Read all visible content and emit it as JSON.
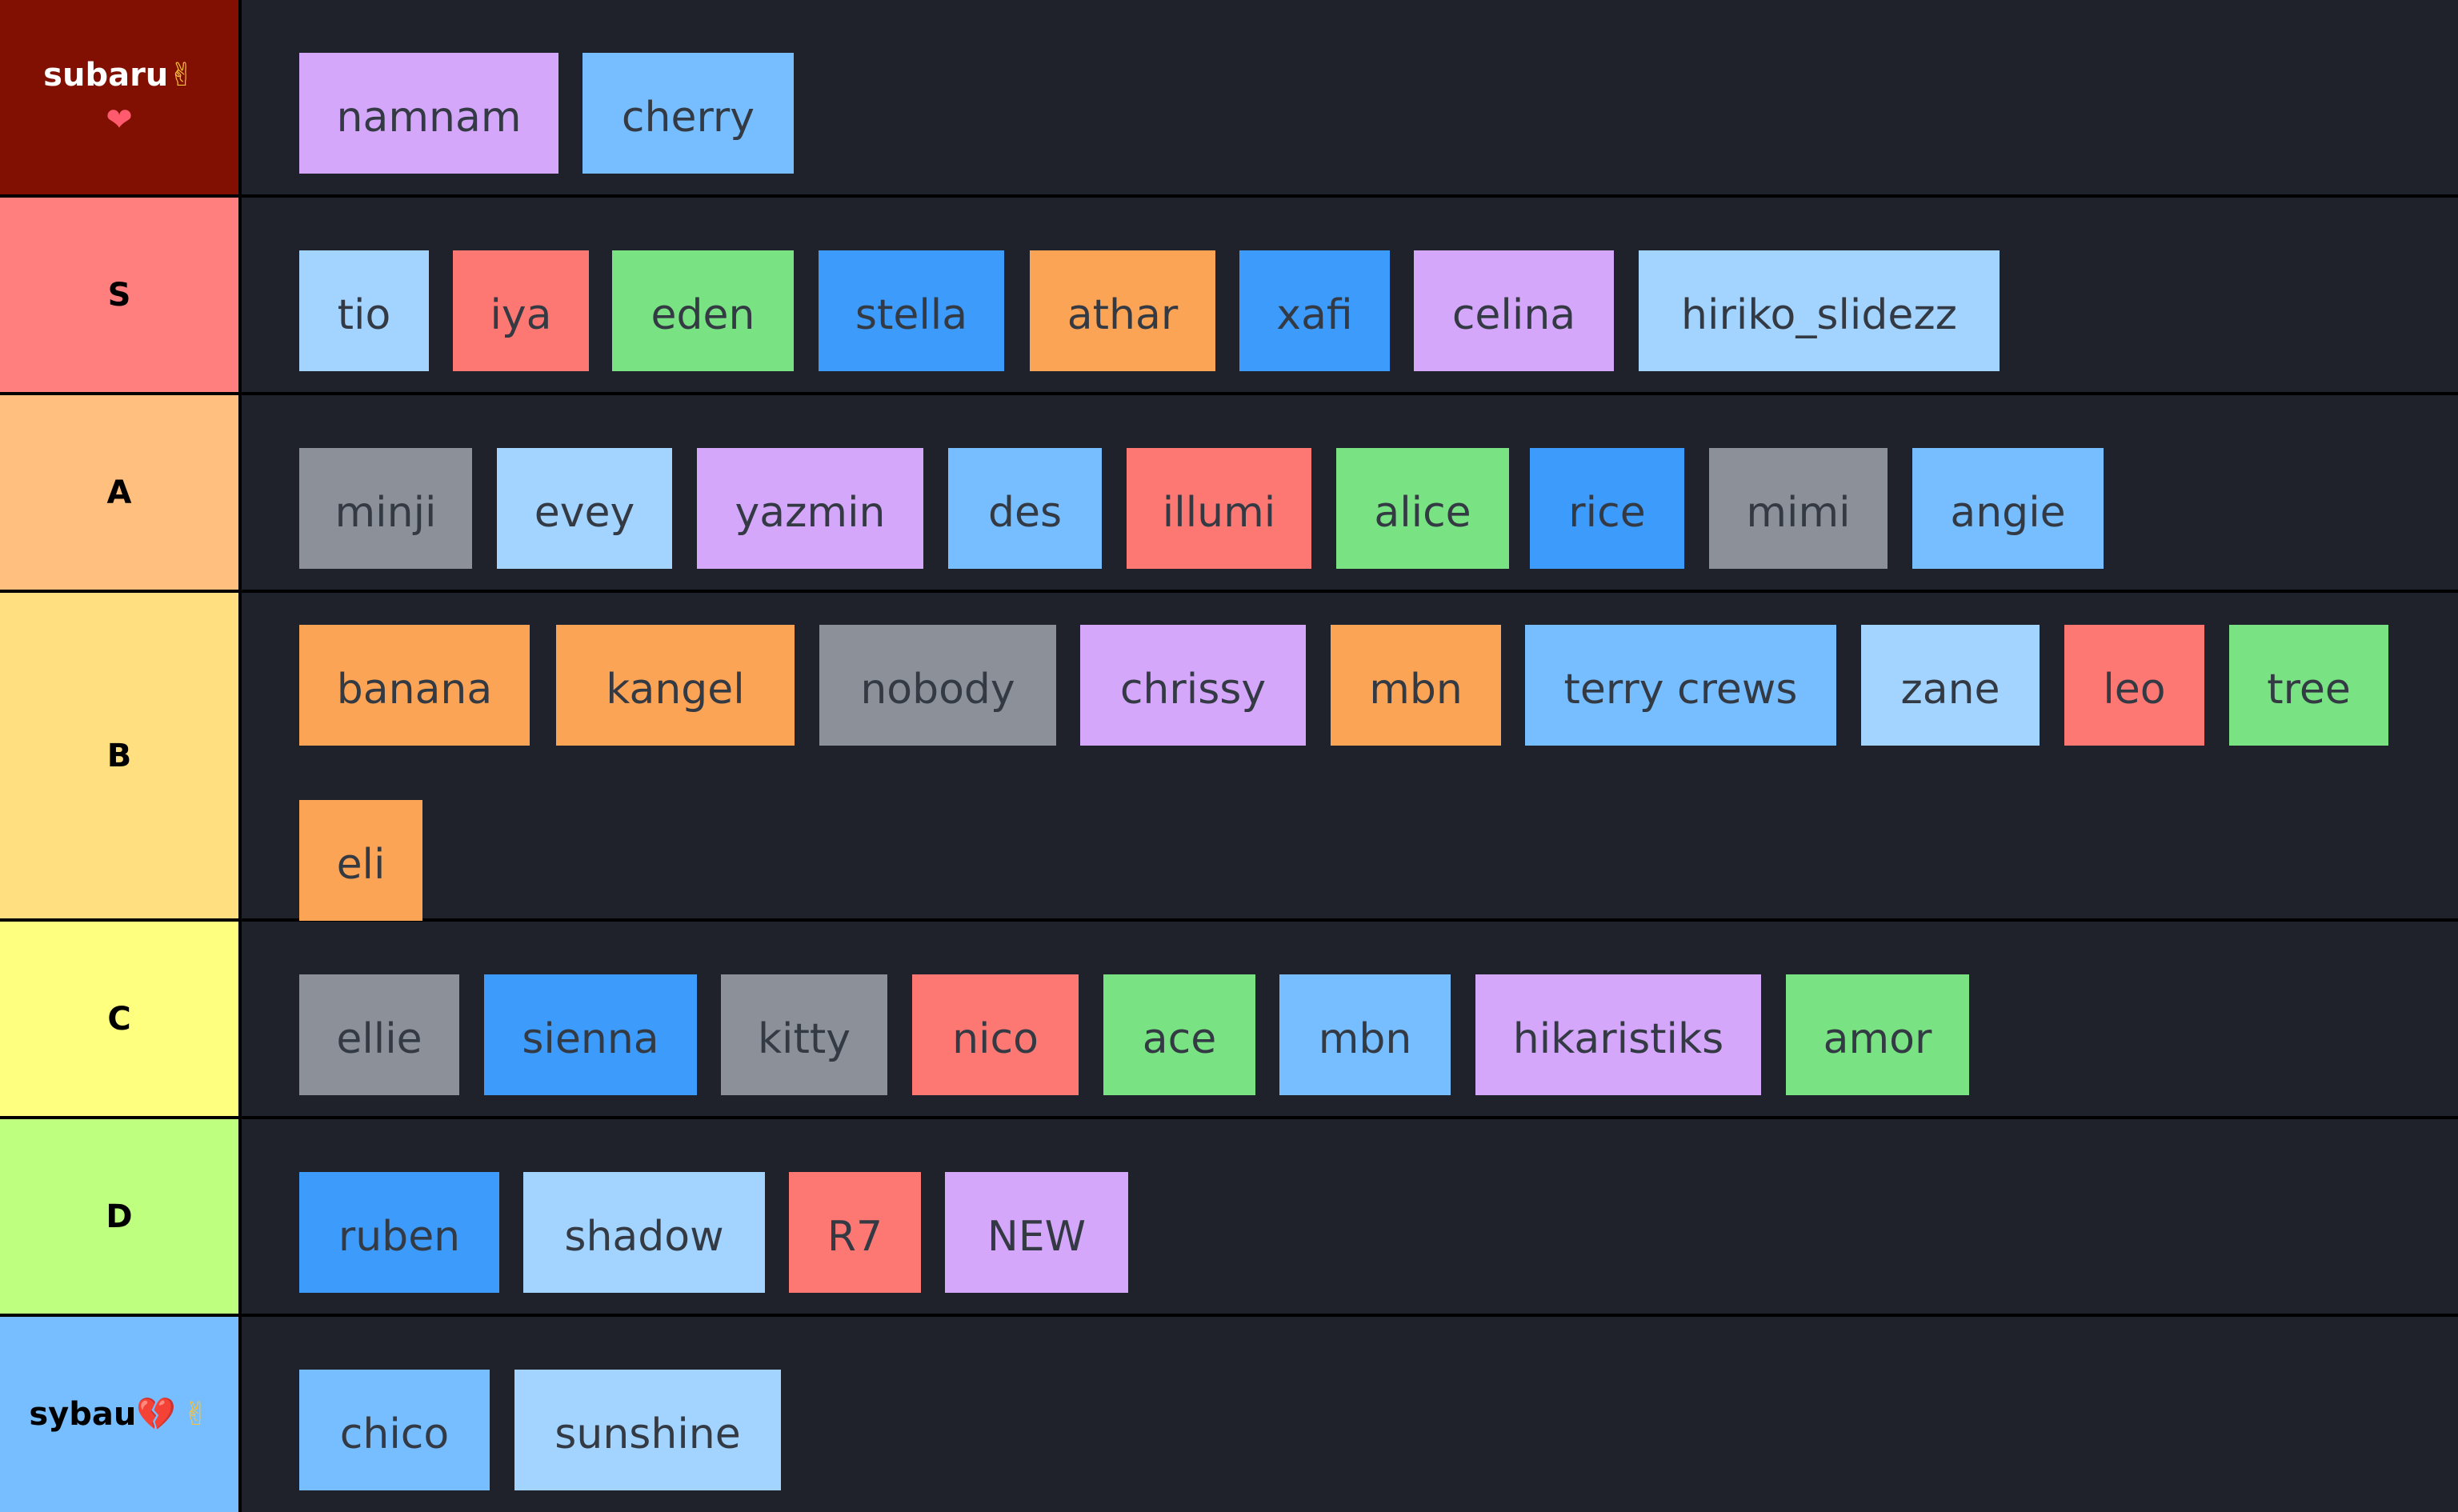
{
  "colors": {
    "tag_purple": "#d4a7fb",
    "tag_blue": "#3c9bfb",
    "tag_light_blue": "#76beff",
    "tag_pale_blue": "#a3d3ff",
    "tag_red": "#fe7873",
    "tag_green": "#79e283",
    "tag_orange": "#fca455",
    "tag_gray": "#8c9199",
    "row_background": "#1f222a",
    "divider": "#000000"
  },
  "tiers": [
    {
      "label": "subaru",
      "emojis": [
        "✌",
        "❤"
      ],
      "label_color": "#811002",
      "label_text_color": "#ffffff",
      "items": [
        {
          "name": "namnam",
          "color": "#d4a7fb"
        },
        {
          "name": "cherry",
          "color": "#76beff"
        }
      ]
    },
    {
      "label": "S",
      "emojis": [],
      "label_color": "#fe7f7e",
      "label_text_color": "#000000",
      "items": [
        {
          "name": "tio",
          "color": "#a3d3ff"
        },
        {
          "name": "iya",
          "color": "#fe7873"
        },
        {
          "name": "eden",
          "color": "#79e283"
        },
        {
          "name": "stella",
          "color": "#3c9bfb"
        },
        {
          "name": "athar",
          "color": "#fca455"
        },
        {
          "name": "xafi",
          "color": "#3c9bfb"
        },
        {
          "name": "celina",
          "color": "#d4a7fb"
        },
        {
          "name": "hiriko_slidezz",
          "color": "#a3d3ff"
        }
      ]
    },
    {
      "label": "A",
      "emojis": [],
      "label_color": "#ffbf7f",
      "label_text_color": "#000000",
      "items": [
        {
          "name": "minji",
          "color": "#8c9199"
        },
        {
          "name": "evey",
          "color": "#a3d3ff"
        },
        {
          "name": "yazmin",
          "color": "#d4a7fb"
        },
        {
          "name": "des",
          "color": "#76beff"
        },
        {
          "name": "illumi",
          "color": "#fe7873"
        },
        {
          "name": "alice",
          "color": "#79e283"
        },
        {
          "name": "rice",
          "color": "#3c9bfb"
        },
        {
          "name": "mimi",
          "color": "#8c9199"
        },
        {
          "name": "angie",
          "color": "#76beff"
        }
      ]
    },
    {
      "label": "B",
      "emojis": [],
      "label_color": "#ffdf80",
      "label_text_color": "#000000",
      "items": [
        {
          "name": "banana",
          "color": "#fca455"
        },
        {
          "name": "kangel",
          "color": "#fca455"
        },
        {
          "name": "nobody",
          "color": "#8c9199"
        },
        {
          "name": "chrissy",
          "color": "#d4a7fb"
        },
        {
          "name": "mbn",
          "color": "#fca455"
        },
        {
          "name": "terry crews",
          "color": "#76beff"
        },
        {
          "name": "zane",
          "color": "#a3d3ff"
        },
        {
          "name": "leo",
          "color": "#fe7873"
        },
        {
          "name": "tree",
          "color": "#79e283"
        },
        {
          "name": "eli",
          "color": "#fca455"
        }
      ]
    },
    {
      "label": "C",
      "emojis": [],
      "label_color": "#ffff7f",
      "label_text_color": "#000000",
      "items": [
        {
          "name": "ellie",
          "color": "#8c9199"
        },
        {
          "name": "sienna",
          "color": "#3c9bfb"
        },
        {
          "name": "kitty",
          "color": "#8c9199"
        },
        {
          "name": "nico",
          "color": "#fe7873"
        },
        {
          "name": "ace",
          "color": "#79e283"
        },
        {
          "name": "mbn",
          "color": "#76beff"
        },
        {
          "name": "hikaristiks",
          "color": "#d4a7fb"
        },
        {
          "name": "amor",
          "color": "#79e283"
        }
      ]
    },
    {
      "label": "D",
      "emojis": [],
      "label_color": "#bfff7f",
      "label_text_color": "#000000",
      "items": [
        {
          "name": "ruben",
          "color": "#3c9bfb"
        },
        {
          "name": "shadow",
          "color": "#a3d3ff"
        },
        {
          "name": "R7",
          "color": "#fe7873"
        },
        {
          "name": "NEW",
          "color": "#d4a7fb"
        }
      ]
    },
    {
      "label": "sybau",
      "emojis": [
        "💔",
        "✌"
      ],
      "label_color": "#76beff",
      "label_text_color": "#000000",
      "items": [
        {
          "name": "chico",
          "color": "#76beff"
        },
        {
          "name": "sunshine",
          "color": "#a3d3ff"
        }
      ]
    }
  ]
}
